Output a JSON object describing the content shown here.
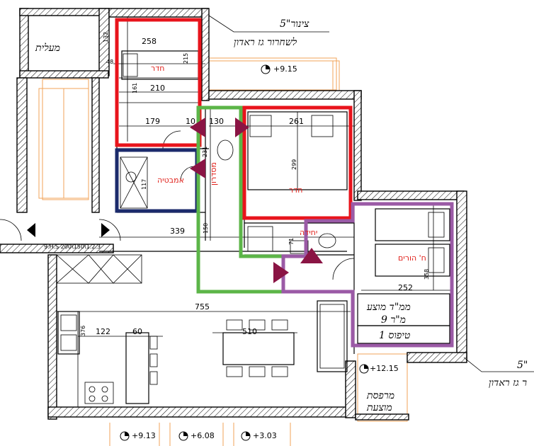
{
  "annotations": {
    "pipe_top": "צינור\"5",
    "gas_top": "לשחרור גז ראדון",
    "pipe_right": "5\"",
    "gas_right": "ר גז ראדון",
    "stair_shaft": "מעלית",
    "mamad_line1": "ממ\"ד מוצע",
    "mamad_line2": "9 מ\"ר",
    "mamad_type": "טיפוס 1",
    "balcony_line1": "מרפסת",
    "balcony_line2": "מוצעת"
  },
  "room_labels": {
    "room_topleft": "חדר",
    "bath": "אמבטיה",
    "corridor": "מסדרון",
    "room_center": "חדר",
    "ensuite": "יחידה",
    "parents": "ח' הורים"
  },
  "dimensions": {
    "d258": "258",
    "d132": "132",
    "d48": "48",
    "d215": "215",
    "d161": "161",
    "d210": "210",
    "d179": "179",
    "d10": "10",
    "d130": "130",
    "d261": "261",
    "d231": "231",
    "d299": "299",
    "d117": "117",
    "d339": "339",
    "d150": "150",
    "d71": "71",
    "d358": "358",
    "d252": "252",
    "d755": "755",
    "d376": "376",
    "d122": "122",
    "d60": "60",
    "d510": "510",
    "window_code": "9.H.S 200\\150\\1.2.3"
  },
  "levels": {
    "l915": "+9.15",
    "l1215": "+12.15",
    "l913": "+9.13",
    "l608": "+6.08",
    "l303": "+3.03"
  },
  "colors": {
    "red": "#e8141c",
    "green": "#5cb548",
    "navy": "#1b2a6b",
    "purple": "#9b5aa6",
    "arrow": "#8a1444",
    "orange": "#f0a35a"
  }
}
